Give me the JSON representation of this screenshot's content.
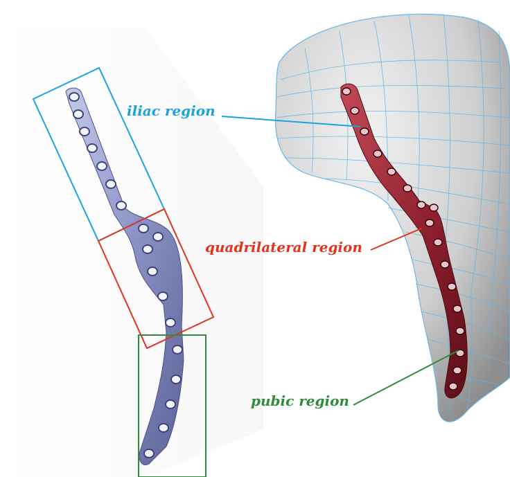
{
  "labels": {
    "iliac": "iliac region",
    "quadrilateral": "quadrilateral region",
    "pubic": "pubic region"
  },
  "colors": {
    "iliac": "#1aa3e0",
    "quadrilateral": "#e0341e",
    "pubic": "#2e8b3a",
    "plate_metal": "#8b92c7",
    "plate_red": "#8b1e2c",
    "bone": "#d8d8d8",
    "mesh": "#5fb6e8"
  }
}
